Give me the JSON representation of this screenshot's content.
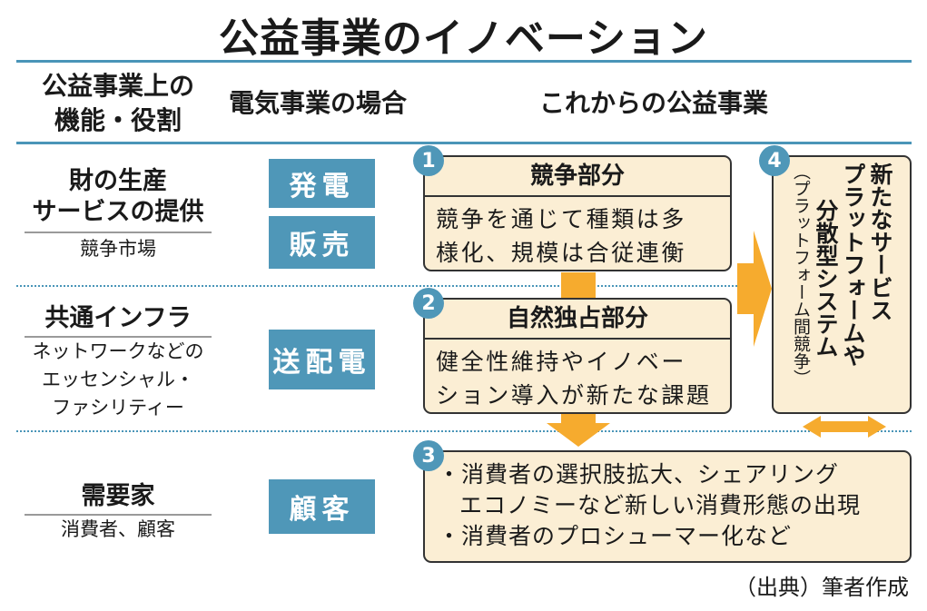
{
  "title": "公益事業のイノベーション",
  "headers": {
    "role": [
      "公益事業上の",
      "機能・役割"
    ],
    "electric": "電気事業の場合",
    "future": "これからの公益事業"
  },
  "rows": {
    "production": {
      "main": [
        "財の生産",
        "サービスの提供"
      ],
      "sub": "競争市場",
      "tags": [
        "発電",
        "販売"
      ]
    },
    "infra": {
      "main": "共通インフラ",
      "sub": [
        "ネットワークなどの",
        "エッセンシャル・",
        "ファシリティー"
      ],
      "tags": [
        "送配電"
      ]
    },
    "demand": {
      "main": "需要家",
      "sub": "消費者、顧客",
      "tags": [
        "顧客"
      ]
    }
  },
  "boxes": {
    "b1": {
      "num": "1",
      "head": "競争部分",
      "lines": [
        "競争を通じて種類は多",
        "様化、規模は合従連衡"
      ]
    },
    "b2": {
      "num": "2",
      "head": "自然独占部分",
      "lines": [
        "健全性維持やイノベー",
        "ション導入が新たな課題"
      ]
    },
    "b3": {
      "num": "3",
      "bullets": [
        "・消費者の選択肢拡大、シェアリング",
        "エコノミーなど新しい消費形態の出現",
        "・消費者のプロシューマー化など"
      ]
    },
    "b4": {
      "num": "4",
      "sub": "（プラットフォーム間競争）",
      "main": [
        "新たなサービス",
        "プラットフォームや",
        "分散型システム"
      ]
    }
  },
  "source": "（出典）筆者作成",
  "colors": {
    "accent": "#4f97b8",
    "box_fill": "#fbeed4",
    "arrow": "#f6ab2e"
  }
}
